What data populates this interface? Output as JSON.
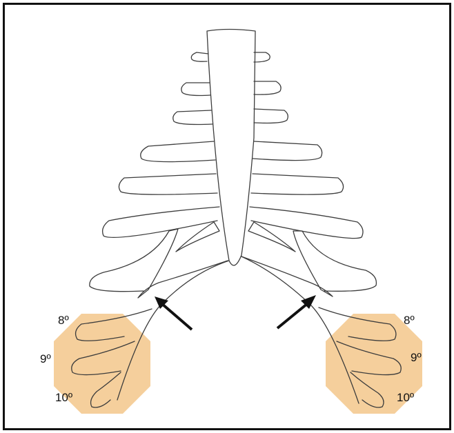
{
  "figure": {
    "octagon_fill": "#f5cf9c",
    "outline_color": "#3c3c3c",
    "arrow_color": "#111111",
    "left_labels": [
      "8º",
      "9º",
      "10º"
    ],
    "right_labels": [
      "8º",
      "9º",
      "10º"
    ]
  }
}
